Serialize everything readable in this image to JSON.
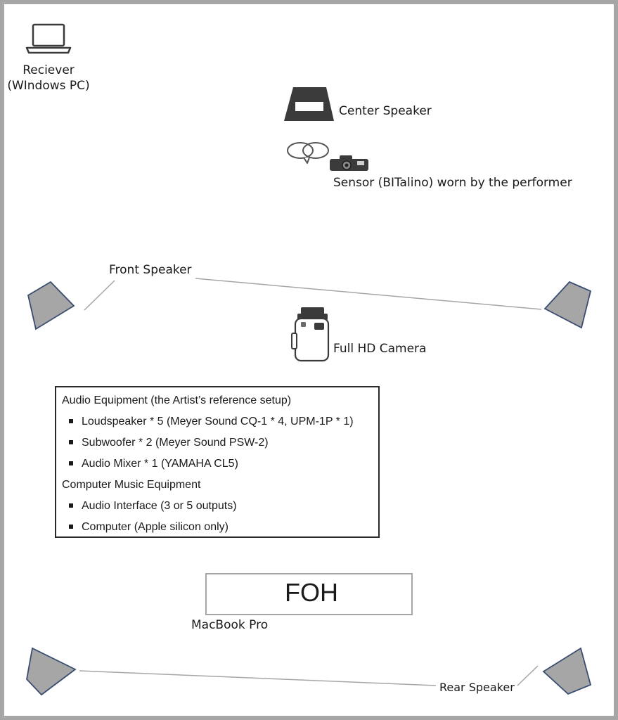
{
  "labels": {
    "receiver_line1": "Reciever",
    "receiver_line2": "(WIndows PC)",
    "center_speaker": "Center Speaker",
    "sensor": "Sensor (BITalino) worn by the performer",
    "front_speaker": "Front Speaker",
    "camera": "Full HD Camera",
    "macbook": "MacBook Pro",
    "rear_speaker": "Rear Speaker",
    "foh": "FOH"
  },
  "equipment": {
    "audio_heading": "Audio Equipment (the Artist’s reference setup)",
    "audio_items": [
      "Loudspeaker * 5 (Meyer Sound CQ-1 * 4, UPM-1P * 1)",
      "Subwoofer * 2 (Meyer Sound PSW-2)",
      "Audio Mixer * 1 (YAMAHA CL5)"
    ],
    "computer_heading": "Computer Music Equipment",
    "computer_items": [
      "Audio Interface (3 or 5 outputs)",
      "Computer (Apple silicon only)"
    ]
  },
  "icons": {
    "receiver": "laptop-icon",
    "center_speaker": "speaker-icon",
    "sensor": "sensor-icon",
    "camera": "camera-icon",
    "macbook": "laptop-icon",
    "speakers": "speaker-wedge-icon"
  },
  "colors": {
    "speaker_fill": "#a6a6a6",
    "speaker_stroke": "#3a4d70",
    "icon_dark": "#3b3b3b",
    "frame": "#a6a6a6"
  }
}
